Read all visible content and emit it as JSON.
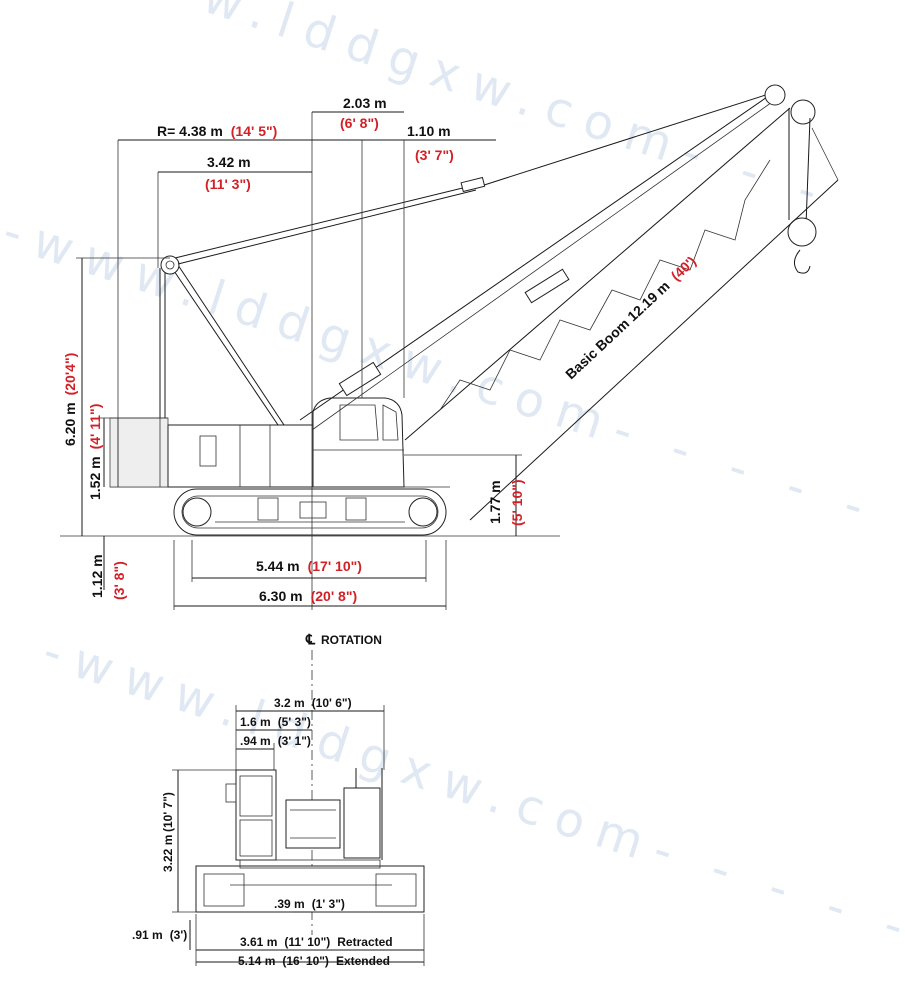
{
  "colors": {
    "accent_red": "#d32027",
    "line": "#1a1a1a",
    "watermark": "#c7d7ea"
  },
  "watermark": {
    "top": "w.lddgxw.com- - -",
    "middle": "-www.lddgxw.com- - - - -",
    "bottom": "-www.lddgxw.com- - - - -"
  },
  "side_view": {
    "radius": {
      "metric": "R= 4.38 m",
      "imperial": "(14' 5\")"
    },
    "d_203": {
      "metric": "2.03 m",
      "imperial": "(6' 8\")"
    },
    "d_110": {
      "metric": "1.10 m",
      "imperial": "(3' 7\")"
    },
    "d_342": {
      "metric": "3.42 m",
      "imperial": "(11' 3\")"
    },
    "height_620": {
      "metric": "6.20 m",
      "imperial": "(20'4\")"
    },
    "height_152": {
      "metric": "1.52 m",
      "imperial": "(4' 11\")"
    },
    "height_112": {
      "metric": "1.12 m",
      "imperial": "(3' 8\")"
    },
    "height_177": {
      "metric": "1.77 m",
      "imperial": "(5' 10\")"
    },
    "track_544": {
      "metric": "5.44 m",
      "imperial": "(17' 10\")"
    },
    "track_630": {
      "metric": "6.30 m",
      "imperial": "(20' 8\")"
    },
    "boom": {
      "label": "Basic Boom 12.19 m",
      "imperial": "(40')"
    }
  },
  "rear_view": {
    "rotation": {
      "symbol": "℄",
      "label": "ROTATION"
    },
    "w_32": {
      "metric": "3.2 m",
      "imperial": "(10' 6\")"
    },
    "w_16": {
      "metric": "1.6 m",
      "imperial": "(5' 3\")"
    },
    "w_094": {
      "metric": ".94 m",
      "imperial": "(3' 1\")"
    },
    "h_322": {
      "metric": "3.22 m",
      "imperial": "(10' 7\")"
    },
    "w_039": {
      "metric": ".39 m",
      "imperial": "(1' 3\")"
    },
    "h_091": {
      "metric": ".91 m",
      "imperial": "(3')"
    },
    "w_361": {
      "metric": "3.61 m",
      "imperial": "(11' 10\")",
      "note": "Retracted"
    },
    "w_514": {
      "metric": "5.14 m",
      "imperial": "(16' 10\")",
      "note": "Extended"
    }
  }
}
